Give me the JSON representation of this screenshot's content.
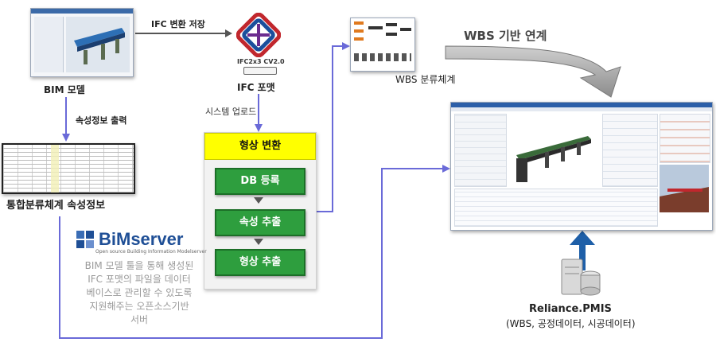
{
  "bim_model": {
    "label": "BIM 모델"
  },
  "ifc_save": {
    "label": "IFC 변환 저장"
  },
  "ifc_logo": {
    "caption": "IFC2x3 CV2.0"
  },
  "ifc_format": {
    "label": "IFC 포맷"
  },
  "wbs_classification": {
    "label": "WBS 분류체계"
  },
  "wbs_link": {
    "label": "WBS 기반 연계"
  },
  "attr_output": {
    "label": "속성정보 출력"
  },
  "system_upload": {
    "label": "시스템 업로드"
  },
  "integrated_attrs": {
    "label": "통합분류체계 속성정보"
  },
  "shape_conversion": {
    "title": "형상 변환",
    "steps": [
      "DB 등록",
      "속성 추출",
      "형상 추출"
    ]
  },
  "bimserver": {
    "logo_text": "BiMserver",
    "logo_sub": "Open source Building Information Modelserver",
    "description": [
      "BIM 모델 툴을 통해 생성된",
      "IFC 포맷의 파일을 데이터",
      "베이스로 관리할 수 있도록",
      "지원해주는 오픈소스기반",
      "서버"
    ]
  },
  "reliance": {
    "name": "Reliance.PMIS",
    "detail": "(WBS, 공정데이터, 시공데이터)"
  },
  "colors": {
    "green": "#2e9e3e",
    "yellow": "#ffff00",
    "purple": "#6a6ad8",
    "blue_arrow": "#1e5fa8"
  }
}
